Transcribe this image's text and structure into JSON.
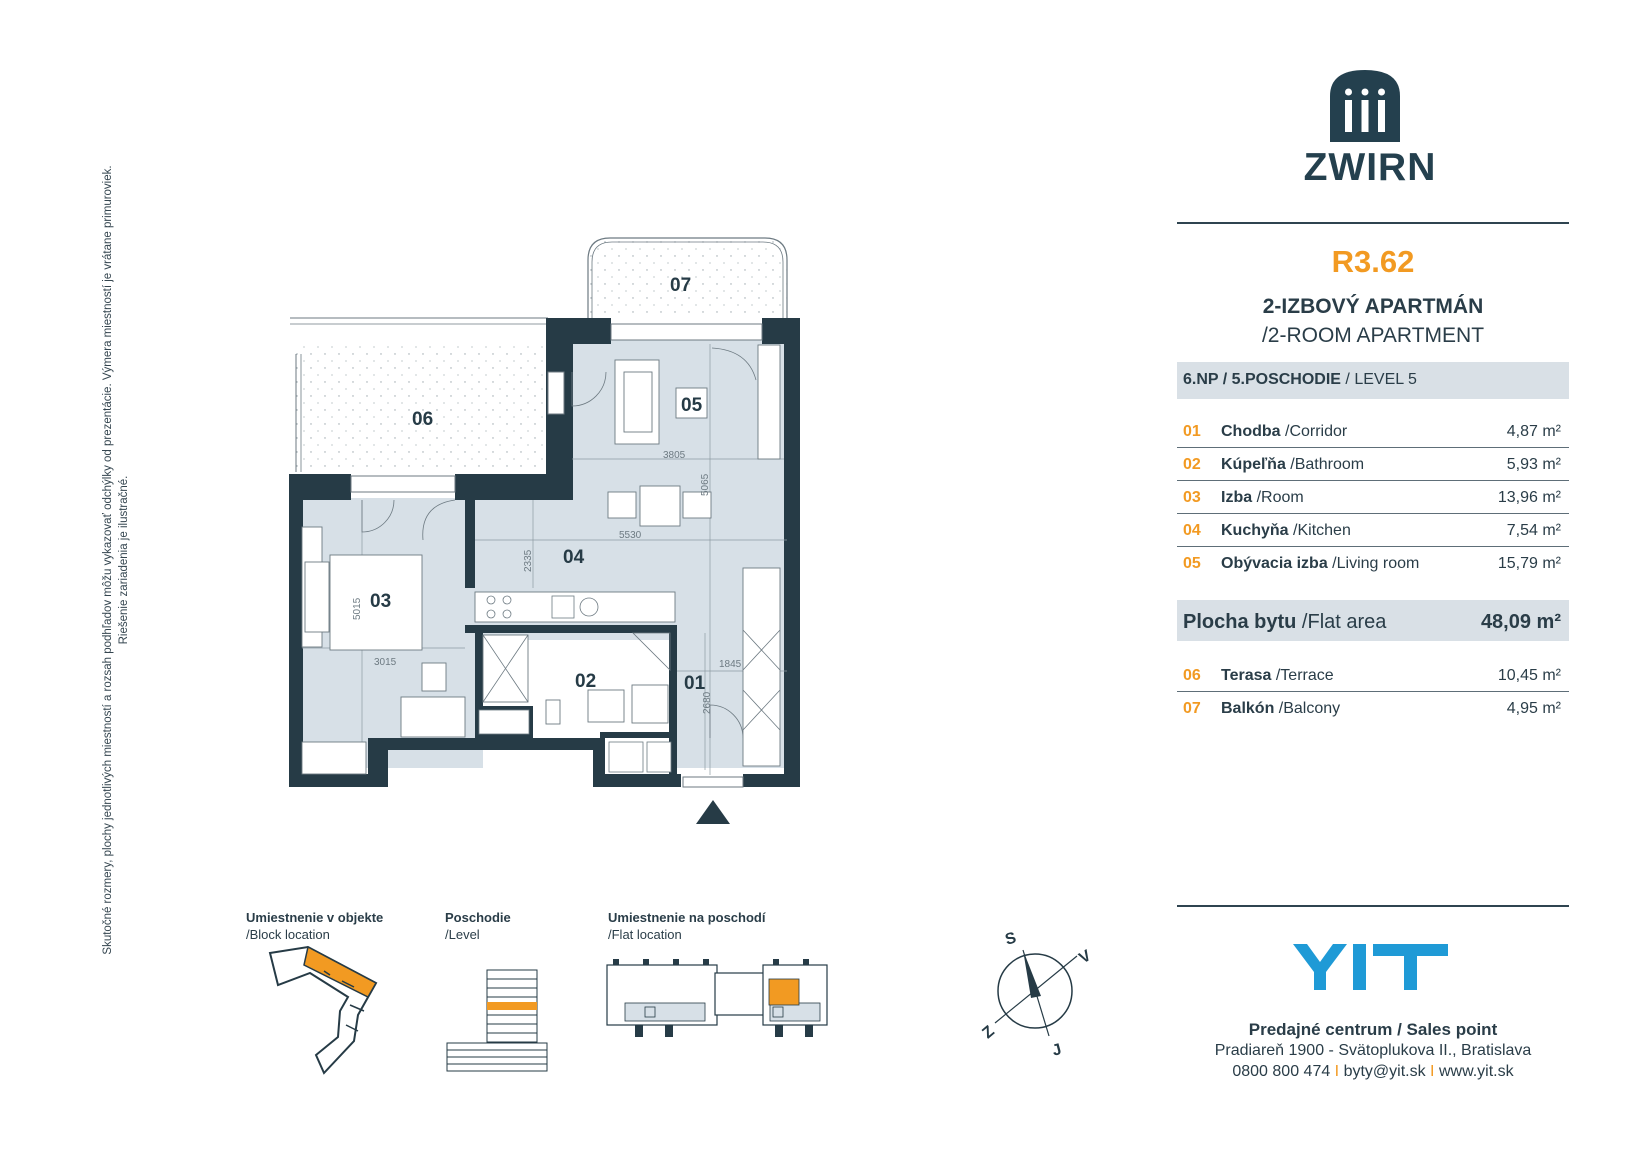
{
  "disclaimer": {
    "line1": "Skutočné rozmery, plochy jednotlivých miestností a rozsah podhľadov môžu vykazovať odchýlky od prezentácie. Výmera miestností je vrátane primuroviek.",
    "line2": "Riešenie zariadenia je ilustračné."
  },
  "brand": {
    "name": "ZWIRN"
  },
  "apartment": {
    "code": "R3.62",
    "type_sk": "2-IZBOVÝ APARTMÁN",
    "type_en": "/2-ROOM APARTMENT",
    "level_sk": "6.NP / 5.POSCHODIE",
    "level_en": " / LEVEL 5"
  },
  "rooms": [
    {
      "num": "01",
      "name_sk": "Chodba",
      "name_en": " /Corridor",
      "area": "4,87 m²"
    },
    {
      "num": "02",
      "name_sk": "Kúpeľňa",
      "name_en": " /Bathroom",
      "area": "5,93 m²"
    },
    {
      "num": "03",
      "name_sk": "Izba",
      "name_en": " /Room",
      "area": "13,96 m²"
    },
    {
      "num": "04",
      "name_sk": "Kuchyňa",
      "name_en": " /Kitchen",
      "area": "7,54 m²"
    },
    {
      "num": "05",
      "name_sk": "Obývacia izba",
      "name_en": " /Living room",
      "area": "15,79 m²"
    }
  ],
  "flat_area": {
    "label_sk": "Plocha bytu",
    "label_en": " /Flat area",
    "value": "48,09 m²"
  },
  "outdoor": [
    {
      "num": "06",
      "name_sk": "Terasa",
      "name_en": " /Terrace",
      "area": "10,45 m²"
    },
    {
      "num": "07",
      "name_sk": "Balkón",
      "name_en": " /Balcony",
      "area": "4,95 m²"
    }
  ],
  "plan_labels": {
    "r01": "01",
    "r02": "02",
    "r03": "03",
    "r04": "04",
    "r05": "05",
    "r06": "06",
    "r07": "07",
    "d3805": "3805",
    "d5065": "5065",
    "d5530": "5530",
    "d2335": "2335",
    "d5015": "5015",
    "d3015": "3015",
    "d1845": "1845",
    "d2680": "2680"
  },
  "compass": {
    "s": "S",
    "v": "V",
    "z": "Z",
    "j": "J"
  },
  "mini_maps": {
    "block_title": "Umiestnenie v objekte",
    "block_sub": "/Block location",
    "level_title": "Poschodie",
    "level_sub": "/Level",
    "flat_title": "Umiestnenie na poschodí",
    "flat_sub": "/Flat location"
  },
  "sales": {
    "title": "Predajné centrum / Sales point",
    "address": "Pradiareň 1900 - Svätoplukova II., Bratislava",
    "phone": "0800 800 474",
    "email": "byty@yit.sk",
    "web": "www.yit.sk",
    "separator": " I "
  },
  "colors": {
    "accent": "#f29a22",
    "wall": "#263b46",
    "floor": "#d7e0e7",
    "yit_blue": "#1f9ad6"
  }
}
